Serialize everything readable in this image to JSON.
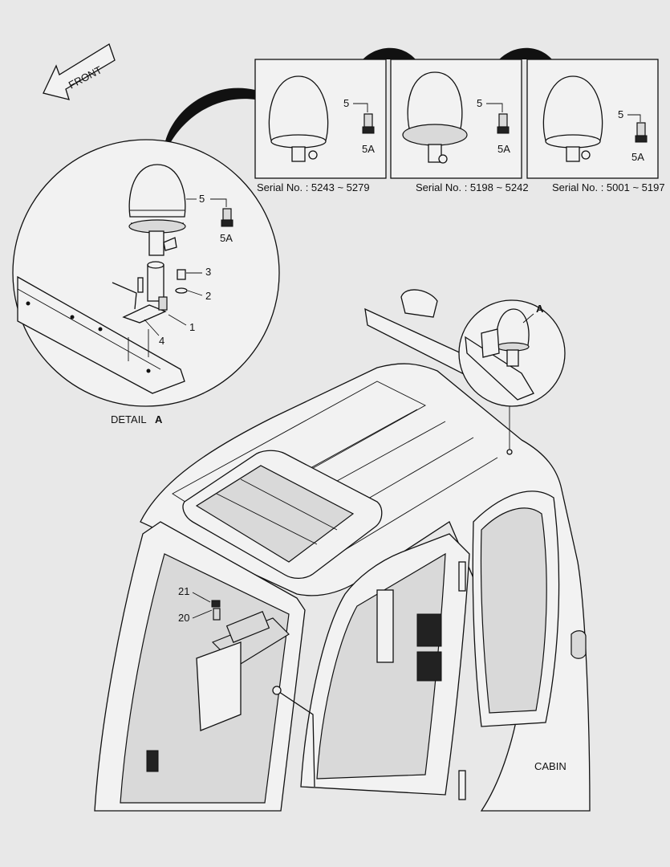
{
  "front_arrow": {
    "label": "FRONT"
  },
  "variants": [
    {
      "part_label": "5",
      "bulb_label": "5A",
      "serial": "Serial No. : 5243 ~ 5279"
    },
    {
      "part_label": "5",
      "bulb_label": "5A",
      "serial": "Serial No. : 5198 ~ 5242"
    },
    {
      "part_label": "5",
      "bulb_label": "5A",
      "serial": "Serial No. : 5001 ~ 5197"
    }
  ],
  "detail": {
    "title": "DETAIL",
    "letter": "A",
    "labels": {
      "beacon": "5",
      "bulb": "5A",
      "bolt": "3",
      "washer": "2",
      "bracket": "1",
      "mount": "4"
    }
  },
  "cabin": {
    "label": "CABIN",
    "detail_ref": "A",
    "labels": {
      "switch_top": "21",
      "switch_bottom": "20"
    }
  }
}
